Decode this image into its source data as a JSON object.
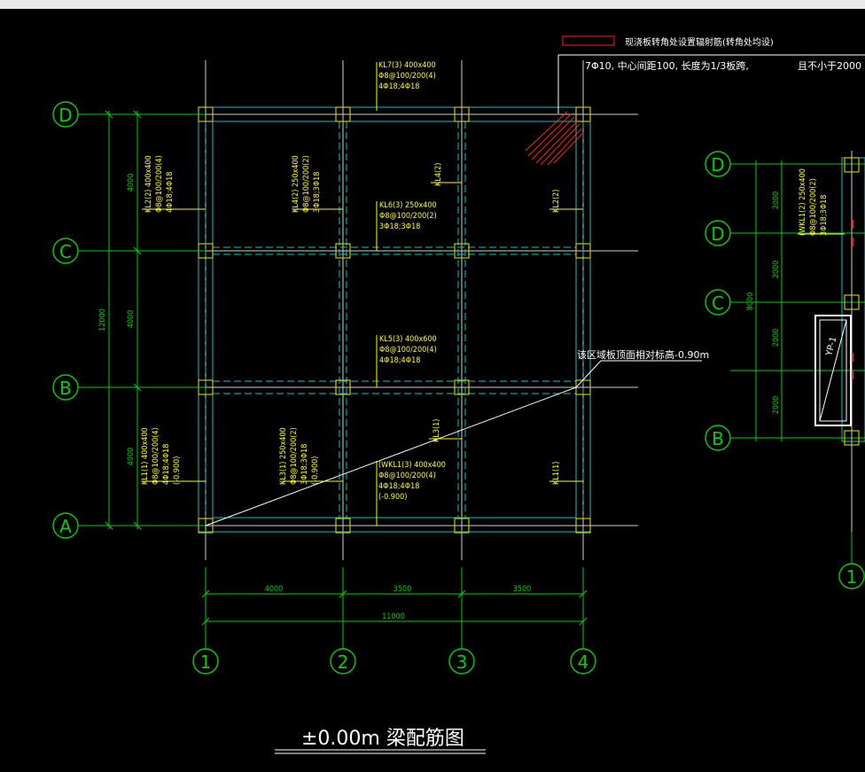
{
  "plan": {
    "title": "±0.00m 梁配筋图",
    "axes_letters": [
      "D",
      "C",
      "B",
      "A"
    ],
    "axes_numbers": [
      "1",
      "2",
      "3",
      "4"
    ],
    "dims_horizontal": [
      "4000",
      "3500",
      "3500"
    ],
    "dim_total_horizontal": "11000",
    "dims_vertical": [
      "4000",
      "4000",
      "4000"
    ],
    "dim_total_vertical": "12000"
  },
  "beams": {
    "kl7": [
      "KL7(3) 400x400",
      "Φ8@100/200(4)",
      "4Φ18;4Φ18"
    ],
    "kl2_left": [
      "KL2(2) 400x400",
      "Φ8@100/200(4)",
      "4Φ18;4Φ18"
    ],
    "kl4_mid": [
      "KL4(2) 250x400",
      "Φ8@100/200(2)",
      "3Φ18;3Φ18"
    ],
    "kl6": [
      "KL6(3) 250x400",
      "Φ8@100/200(2)",
      "3Φ18;3Φ18"
    ],
    "kl4_short": "KL4(2)",
    "kl2_right": "KL2(2)",
    "kl5": [
      "KL5(3) 400x600",
      "Φ8@100/200(4)",
      "4Φ18;4Φ18"
    ],
    "kl1_left": [
      "KL1(1) 400x400",
      "Φ8@100/200(4)",
      "4Φ18;4Φ18",
      "(-0.900)"
    ],
    "kl3_mid": [
      "KL3(1) 250x400",
      "Φ8@100/200(2)",
      "3Φ18;3Φ18",
      "(-0.900)"
    ],
    "kl3_short": "KL3(1)",
    "wkl1": [
      "(WKL1(3) 400x400",
      "Φ8@100/200(4)",
      "4Φ18;4Φ18",
      "(-0.900)"
    ],
    "kl1_right": "KL1(1)"
  },
  "notes": {
    "corner_title": "现浇板转角处设置辐射筋(转角处均设)",
    "corner_line": "7Φ10, 中心间距100, 长度为1/3板跨,",
    "corner_min": "且不小于2000",
    "slab_note": "该区域板顶面相对标高-0.90m"
  },
  "side": {
    "axes": [
      "D",
      "D",
      "C",
      "B"
    ],
    "axis_bottom": "1",
    "dims": [
      "2000",
      "2000",
      "2000",
      "2000"
    ],
    "dim_total": "8000",
    "beam_label": [
      "(WKL1(2) 250x400",
      "Φ8@100/200(2)",
      "3Φ18;3Φ18"
    ],
    "tag": "YP-1"
  }
}
